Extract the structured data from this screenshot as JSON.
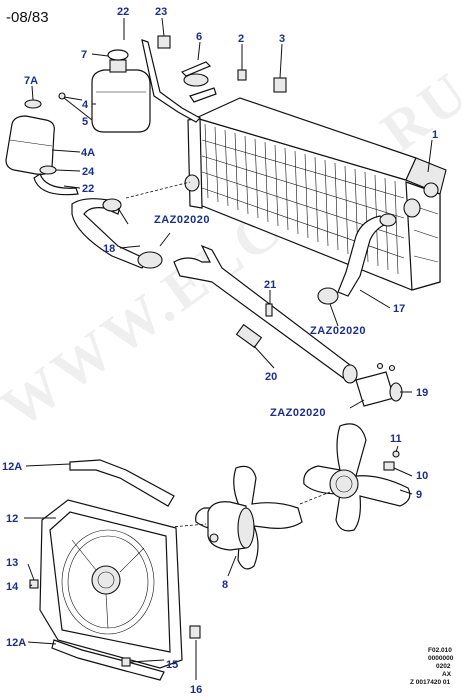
{
  "header": {
    "date_code": "-08/83"
  },
  "watermark": "WWW.ELCATS.RU",
  "footer_ref": [
    "F02.010",
    "0000000",
    "0202",
    "AX",
    "Z 0017420 01"
  ],
  "labels": {
    "l22a": "22",
    "l23": "23",
    "l7": "7",
    "l6": "6",
    "l2": "2",
    "l3": "3",
    "l7a": "7A",
    "l4": "4",
    "l5": "5",
    "l4a": "4A",
    "l24": "24",
    "l22b": "22",
    "l1": "1",
    "l18": "18",
    "l21": "21",
    "l17": "17",
    "l20": "20",
    "l19": "19",
    "l11": "11",
    "l10": "10",
    "l9": "9",
    "l12a_top": "12A",
    "l12": "12",
    "l13": "13",
    "l14": "14",
    "l8": "8",
    "l12a_bot": "12A",
    "l15": "15",
    "l16": "16"
  },
  "codes": {
    "c1": "ZAZ02020",
    "c2": "ZAZ02020",
    "c3": "ZAZ02020"
  },
  "colors": {
    "label": "#1a2f8a",
    "line": "#111111"
  }
}
